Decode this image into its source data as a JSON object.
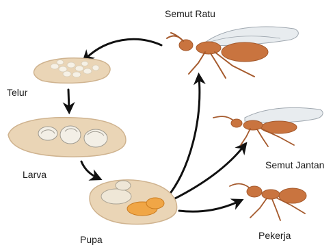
{
  "labels": {
    "queen": "Semut Ratu",
    "egg": "Telur",
    "larva": "Larva",
    "pupa": "Pupa",
    "male": "Semut Jantan",
    "worker": "Pekerja"
  },
  "colors": {
    "mound": "#ead5b6",
    "mound_shadow": "#cfb38f",
    "egg": "#f6f1e6",
    "larva": "#f3efe6",
    "pupa_pale": "#efe7d7",
    "pupa_orange": "#f0a646",
    "ant_body": "#c9743f",
    "ant_dark": "#a55a2d",
    "wing": "#e7ebef",
    "arrow": "#111111"
  }
}
